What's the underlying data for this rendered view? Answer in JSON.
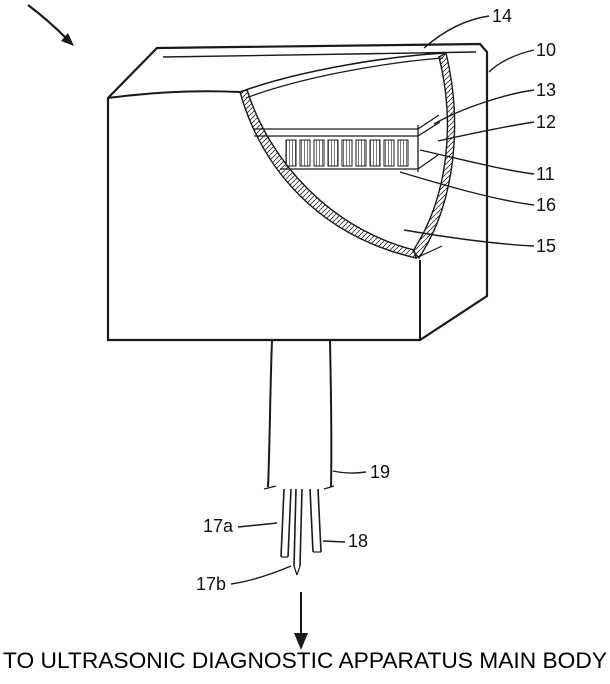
{
  "figure": {
    "caption": "TO ULTRASONIC DIAGNOSTIC APPARATUS MAIN BODY",
    "labels": {
      "n14": "14",
      "n10": "10",
      "n13": "13",
      "n12": "12",
      "n11": "11",
      "n16": "16",
      "n15": "15",
      "n19": "19",
      "n17a": "17a",
      "n18": "18",
      "n17b": "17b"
    },
    "colors": {
      "line": "#1a1a1a",
      "background": "#ffffff"
    }
  }
}
